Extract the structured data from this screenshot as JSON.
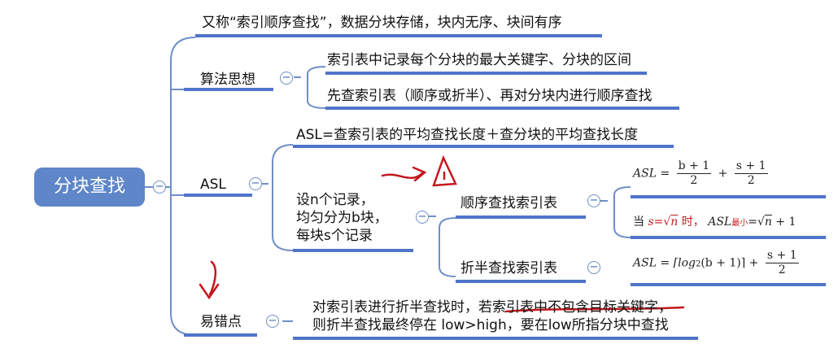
{
  "root": {
    "label": "分块查找"
  },
  "definition": {
    "text": "又称“索引顺序查找”，数据分块存储，块内无序、块间有序"
  },
  "algorithm": {
    "label": "算法思想",
    "items": [
      "索引表中记录每个分块的最大关键字、分块的区间",
      "先查索引表（顺序或折半）、再对分块内进行顺序查找"
    ]
  },
  "asl": {
    "label": "ASL",
    "formula": "ASL=查索引表的平均查找长度＋查分块的平均查找长度",
    "setup": [
      "设n个记录，",
      "均匀分为b块，",
      "每块s个记录"
    ],
    "sequential": {
      "label": "顺序查找索引表",
      "eq_lhs": "ASL =",
      "frac1_num": "b + 1",
      "frac1_den": "2",
      "plus": "+",
      "frac2_num": "s + 1",
      "frac2_den": "2",
      "cond_prefix": "当",
      "cond_s": "s=",
      "cond_sqrt": "n",
      "cond_when": "时，",
      "asl_min_label": "ASL",
      "asl_min_sub": "最小",
      "asl_min_eq": "=",
      "asl_min_sqrt": "n",
      "asl_min_tail": "+ 1"
    },
    "binary": {
      "label": "折半查找索引表",
      "eq_lhs": "ASL = ⌈log",
      "eq_sub": "2",
      "eq_mid": "(b + 1)⌉ +",
      "frac_num": "s + 1",
      "frac_den": "2"
    }
  },
  "pitfall": {
    "label": "易错点",
    "lines": [
      "对索引表进行折半查找时，若索引表中不包含目标关键字，",
      "则折半查找最终停在 low>high，要在low所指分块中查找"
    ]
  },
  "collapse_symbol": "−",
  "colors": {
    "line": "#6f8fc6",
    "root": "#5e86c9",
    "underline": "#4f74c9",
    "ink": "#c3171d"
  }
}
